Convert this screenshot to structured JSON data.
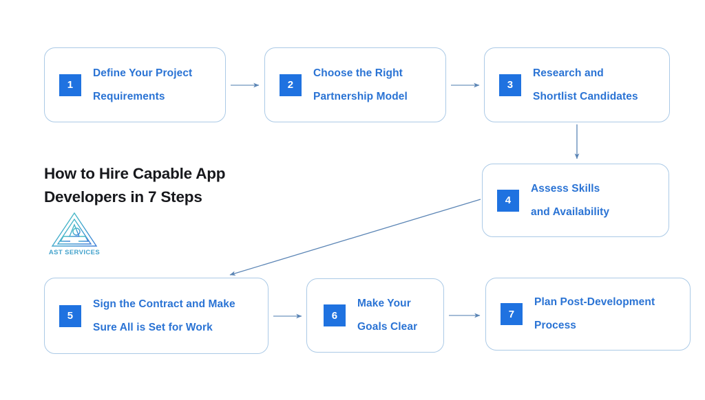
{
  "heading": {
    "line1": "How to Hire Capable App",
    "line2": "Developers in 7 Steps"
  },
  "logo": {
    "name": "ast-services-logo",
    "wordmark": "AST SERVICES"
  },
  "colors": {
    "background": "#ffffff",
    "box_border": "#aac9e6",
    "badge_background": "#1f72e0",
    "badge_text": "#ffffff",
    "step_text": "#2a73d4",
    "heading_text": "#17181c",
    "connector": "#5b85b5",
    "logo_gradient_start": "#4ec9c0",
    "logo_gradient_end": "#3f7fd8"
  },
  "steps": [
    {
      "number": "1",
      "line1": "Define Your Project",
      "line2": "Requirements"
    },
    {
      "number": "2",
      "line1": "Choose the Right",
      "line2": "Partnership Model"
    },
    {
      "number": "3",
      "line1": "Research and",
      "line2": "Shortlist Candidates"
    },
    {
      "number": "4",
      "line1": "Assess Skills",
      "line2": "and Availability"
    },
    {
      "number": "5",
      "line1": "Sign the Contract and Make",
      "line2": "Sure All is Set for Work"
    },
    {
      "number": "6",
      "line1": "Make Your",
      "line2": "Goals Clear"
    },
    {
      "number": "7",
      "line1": "Plan Post-Development",
      "line2": "Process"
    }
  ],
  "connectors": [
    {
      "name": "arrow-step1-to-step2",
      "from": "1",
      "to": "2",
      "direction": "right"
    },
    {
      "name": "arrow-step2-to-step3",
      "from": "2",
      "to": "3",
      "direction": "right"
    },
    {
      "name": "arrow-step3-to-step4",
      "from": "3",
      "to": "4",
      "direction": "down"
    },
    {
      "name": "arrow-step4-to-step5",
      "from": "4",
      "to": "5",
      "direction": "diagonal-down-left"
    },
    {
      "name": "arrow-step5-to-step6",
      "from": "5",
      "to": "6",
      "direction": "right"
    },
    {
      "name": "arrow-step6-to-step7",
      "from": "6",
      "to": "7",
      "direction": "right"
    }
  ]
}
